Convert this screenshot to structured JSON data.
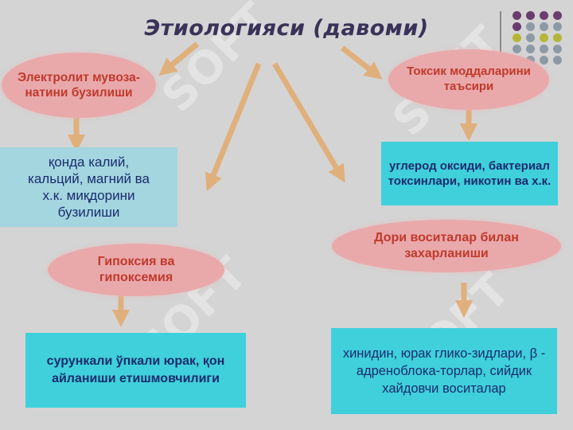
{
  "title": "Этиологияси (давоми)",
  "nodes": {
    "electrolyte": "Электролит мувоза-натини бузилиши",
    "blood_levels": "қонда калий, кальций, магний ва х.к. миқдорини бузилиши",
    "toxic": "Токсик моддаларини таъсири",
    "toxins": "углерод оксиди, бактериал токсинлари, никотин ва х.к.",
    "hypoxia": "Гипоксия ва гипоксемия",
    "chronic": "сурункали ўпкали юрак, қон айланиши етишмовчилиги",
    "drugs": "Дори воситалар билан захарланиши",
    "drug_list": "хинидин, юрак глико-зидлари, β - адреноблока-торлар, сийдик хайдовчи воситалар"
  },
  "watermark": "SOFT",
  "colors": {
    "background": "#d4d4d4",
    "title": "#3a3258",
    "ellipse_fill": "#e9a9ab",
    "ellipse_text": "#c0392b",
    "box_pale": "#a3d6df",
    "box_bright": "#3fd0dc",
    "box_text": "#1a2b6d",
    "arrow": "#e0b07c",
    "dot_purple": "#6b3d6e",
    "dot_gray": "#8c9aa6",
    "dot_olive": "#b5b53a"
  }
}
